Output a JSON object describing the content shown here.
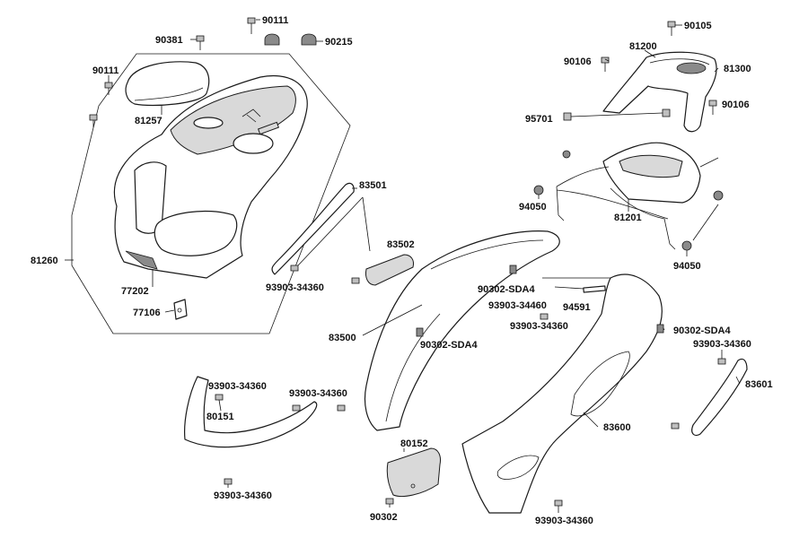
{
  "labels": {
    "l_90111_top": "90111",
    "l_90381": "90381",
    "l_90215": "90215",
    "l_90111_left": "90111",
    "l_81257": "81257",
    "l_81260": "81260",
    "l_77202": "77202",
    "l_77106": "77106",
    "l_83501": "83501",
    "l_83502": "83502",
    "l_93903_a": "93903-34360",
    "l_90105": "90105",
    "l_81200": "81200",
    "l_90106_a": "90106",
    "l_81300": "81300",
    "l_90106_b": "90106",
    "l_95701": "95701",
    "l_94050_a": "94050",
    "l_81201": "81201",
    "l_94050_b": "94050",
    "l_90302sda4_a": "90302-SDA4",
    "l_93903_34460": "93903-34460",
    "l_94591": "94591",
    "l_93903_b": "93903-34360",
    "l_90302sda4_b": "90302-SDA4",
    "l_90302sda4_c": "90302-SDA4",
    "l_93903_c": "93903-34360",
    "l_83500": "83500",
    "l_83601": "83601",
    "l_93903_d": "93903-34360",
    "l_93903_e": "93903-34360",
    "l_80151": "80151",
    "l_93903_f": "93903-34360",
    "l_80152": "80152",
    "l_83600": "83600",
    "l_90302": "90302",
    "l_93903_g": "93903-34360"
  }
}
